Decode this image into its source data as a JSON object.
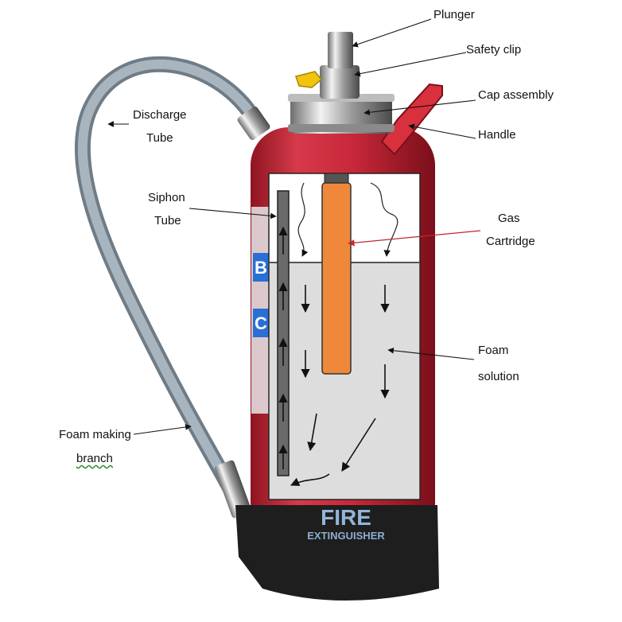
{
  "labels": {
    "plunger": "Plunger",
    "safety_clip": "Safety clip",
    "cap_assembly": "Cap assembly",
    "handle": "Handle",
    "discharge_tube_1": "Discharge",
    "discharge_tube_2": "Tube",
    "siphon_tube_1": "Siphon",
    "siphon_tube_2": "Tube",
    "gas_cartridge_1": "Gas",
    "gas_cartridge_2": "Cartridge",
    "foam_solution_1": "Foam",
    "foam_solution_2": "solution",
    "foam_branch_1": "Foam making",
    "foam_branch_2": "branch"
  },
  "body_text": {
    "brand": "FIRE",
    "brand_sub": "EXTINGUISHER",
    "class_b": "B",
    "class_c": "C"
  },
  "colors": {
    "cylinder_red": "#c8283a",
    "base_black": "#1e1e1e",
    "cartridge_orange": "#f0883c",
    "foam_grey": "#dddddd",
    "hose_grey": "#8d9aa4",
    "leader_red": "#c0282d"
  }
}
